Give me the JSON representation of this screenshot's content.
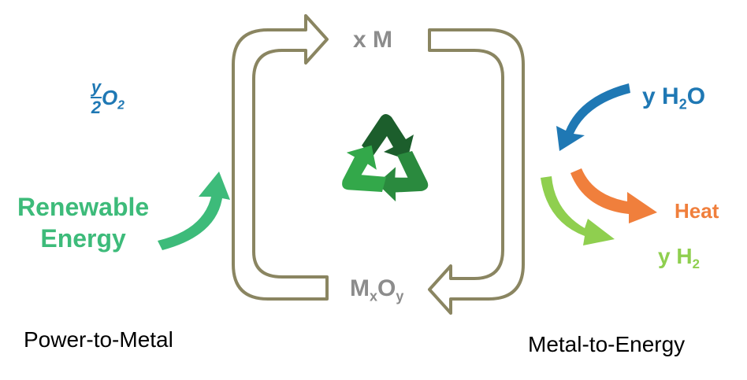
{
  "diagram": {
    "top_species": "x M",
    "bottom_species": {
      "base1": "M",
      "sub1": "x",
      "base2": "O",
      "sub2": "y"
    },
    "oxygen": {
      "numerator": "y",
      "denominator": "2",
      "base": "O",
      "sub": "2"
    },
    "renewable": {
      "line1": "Renewable",
      "line2": "Energy"
    },
    "water": {
      "prefix": "y H",
      "sub": "2",
      "suffix": "O"
    },
    "heat": "Heat",
    "hydrogen": {
      "prefix": "y H",
      "sub": "2"
    },
    "left_caption": "Power-to-Metal",
    "right_caption": "Metal-to-Energy",
    "center_icon": "recycle-icon"
  },
  "colors": {
    "cycle_outline": "#8a8561",
    "species_gray": "#8c8c8c",
    "blue": "#1f78b4",
    "teal_green": "#3dbb7a",
    "orange": "#f07f3c",
    "light_green": "#8fcf4f",
    "recycle_dark": "#1c5e2c",
    "recycle_mid": "#2a8a3e",
    "recycle_light": "#33a84a"
  }
}
